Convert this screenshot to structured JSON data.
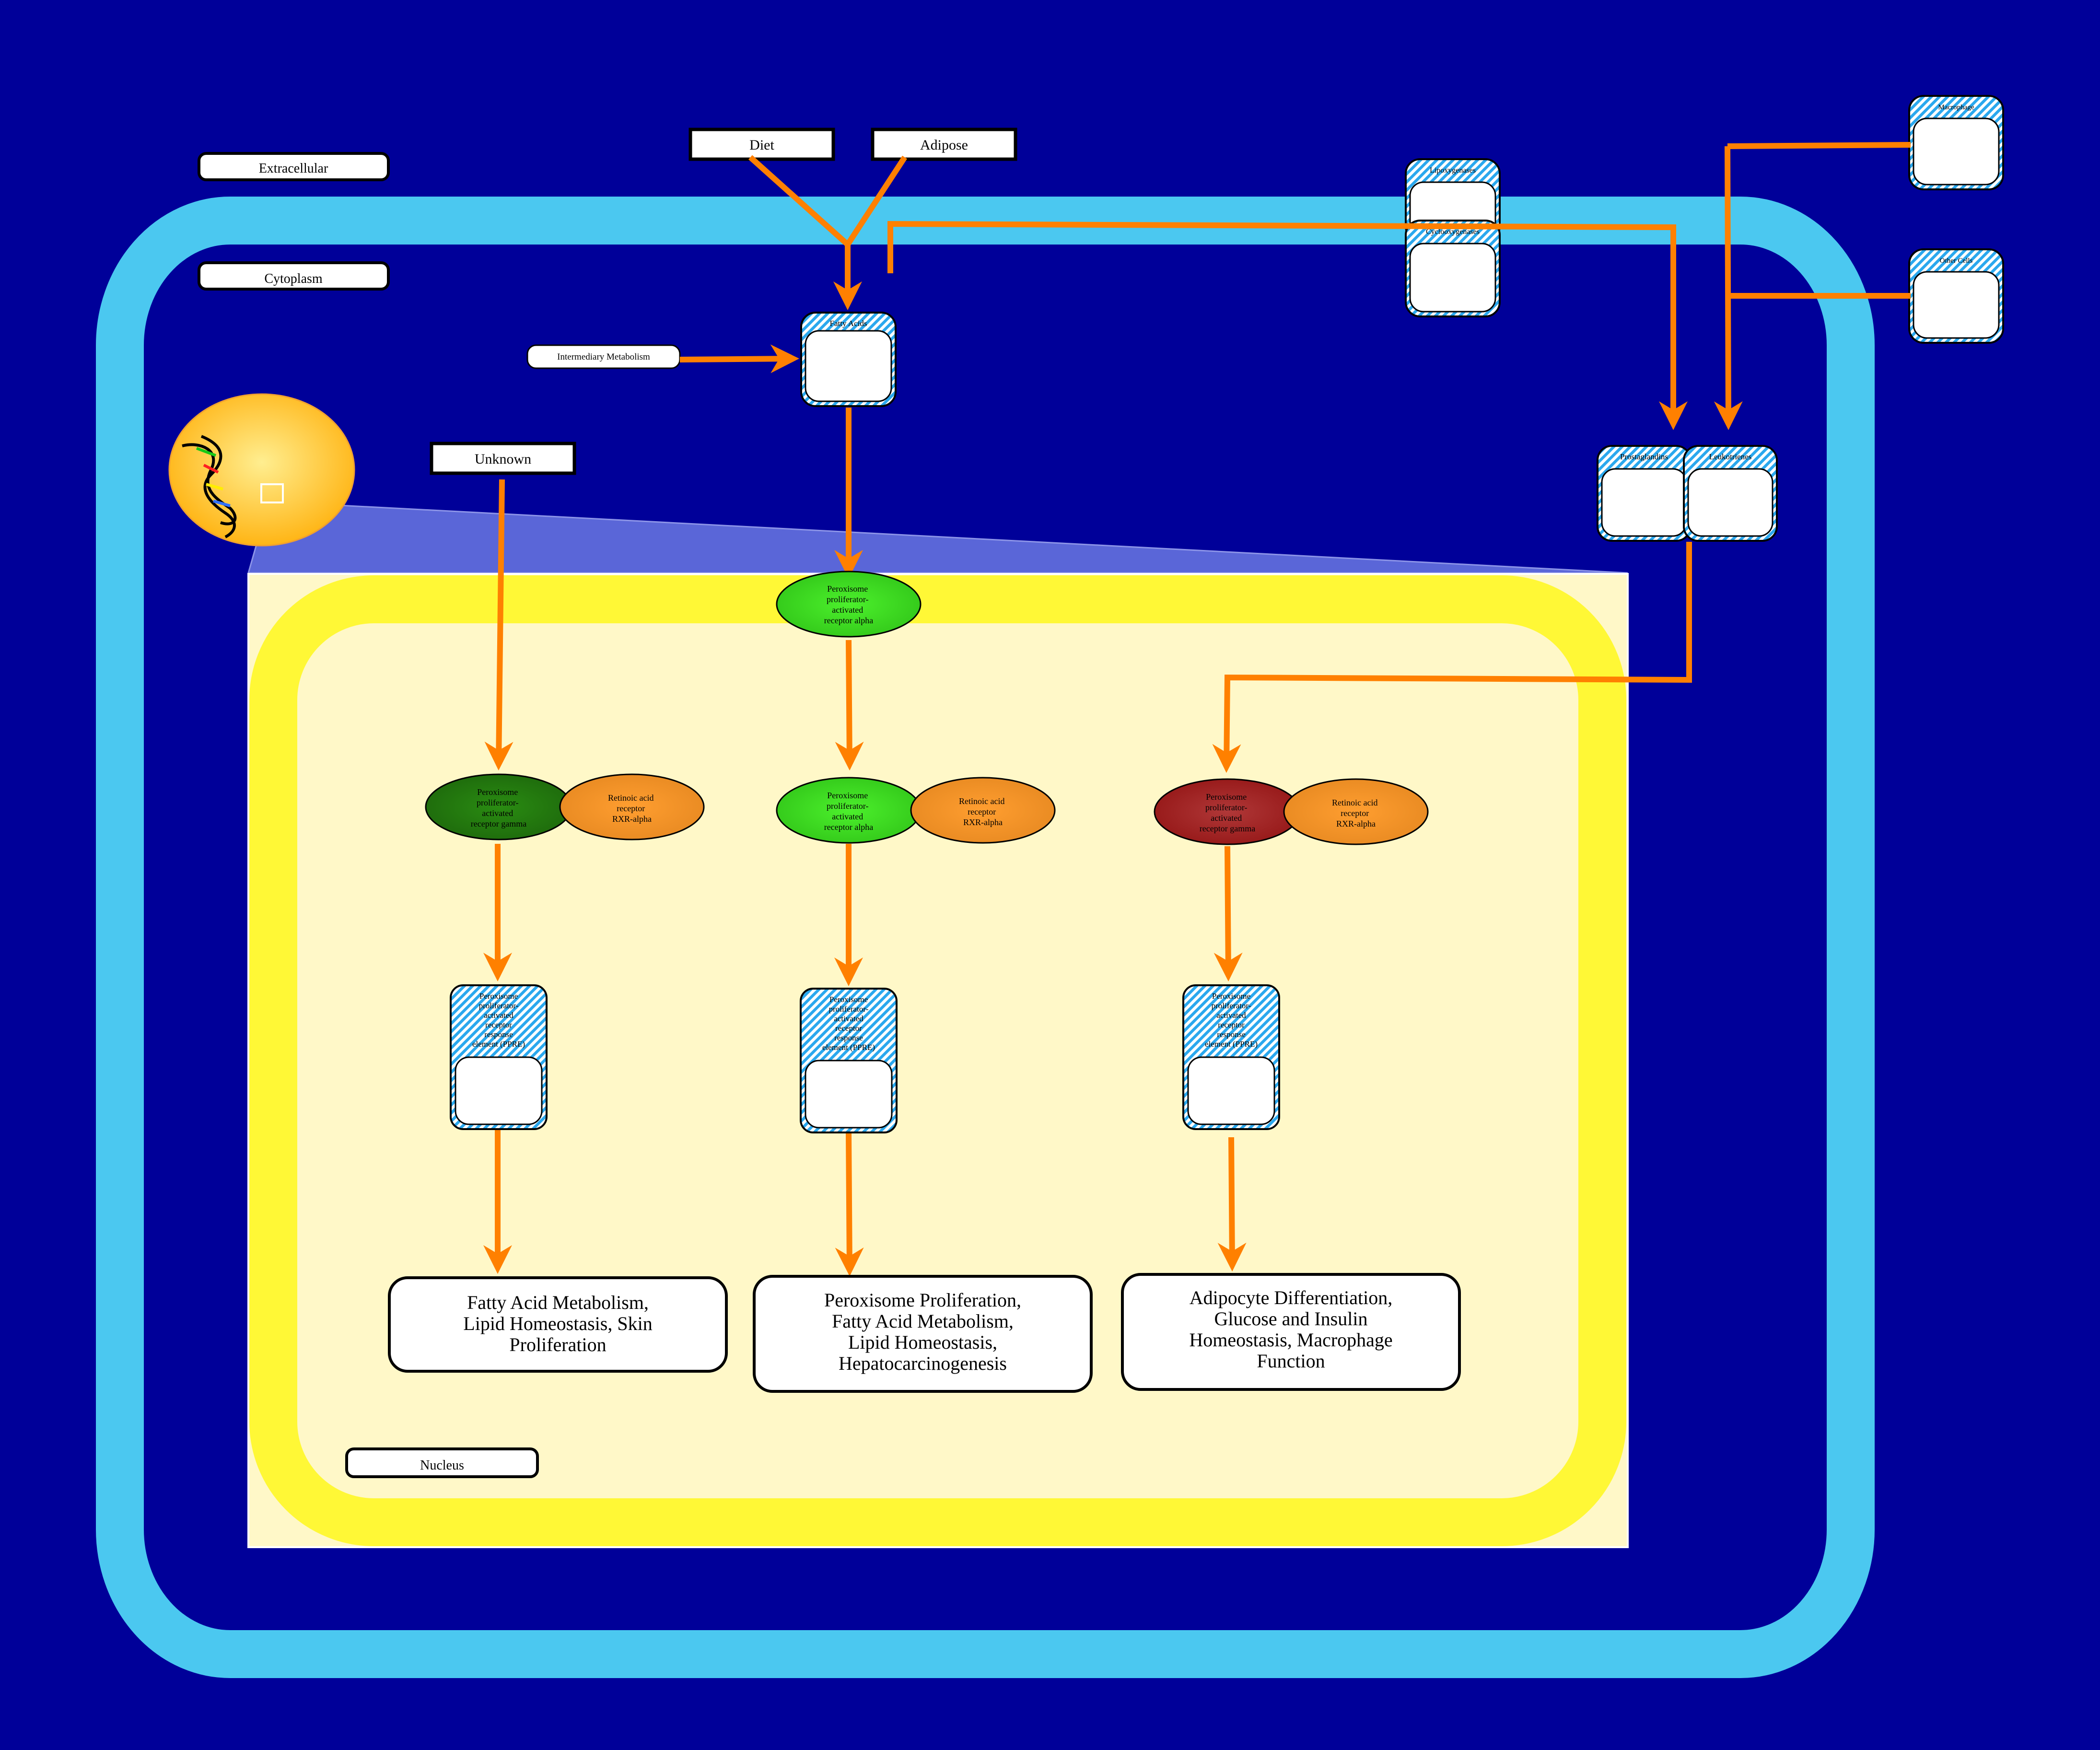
{
  "colors": {
    "background": "#000099",
    "membrane": "#4BC8F0",
    "nucleus_envelope": "#FFF836",
    "nucleus_interior": "#FFF8C8",
    "arrow": "#FF8000",
    "ppar_alpha": "#44EE22",
    "ppar_gamma_active": "#228811",
    "ppar_gamma_inactive": "#A82828",
    "rxr": "#F7982A",
    "hatch_blue": "#2AA8EE",
    "zoom_callout": "#5A66D8",
    "nucleus_cell": "#FFC027"
  },
  "compartments": {
    "extracellular": "Extracellular",
    "cytoplasm": "Cytoplasm",
    "nucleus": "Nucleus"
  },
  "sources": {
    "diet": "Diet",
    "adipose": "Adipose",
    "unknown": "Unknown",
    "intermediary_metabolism": "Intermediary Metabolism"
  },
  "groups": {
    "fatty_acids": "Fatty Acids",
    "lipoxygenases": "Lipoxygenases",
    "cyclooxygenases": "Cyclooxygenases",
    "macrophage": "Macrophage",
    "other_cells": "Other Cells",
    "prostaglandins": "Prostaglandins",
    "leukotrienes": "Leukotrienes"
  },
  "ppar_alpha_cytoplasm": [
    "Peroxisome",
    "proliferator-",
    "activated",
    "receptor alpha"
  ],
  "complexes": [
    {
      "ppar": [
        "Peroxisome",
        "proliferator-",
        "activated",
        "receptor gamma"
      ],
      "rxr": [
        "Retinoic acid",
        "receptor",
        "RXR-alpha"
      ]
    },
    {
      "ppar": [
        "Peroxisome",
        "proliferator-",
        "activated",
        "receptor alpha"
      ],
      "rxr": [
        "Retinoic acid",
        "receptor",
        "RXR-alpha"
      ]
    },
    {
      "ppar": [
        "Peroxisome",
        "proliferator-",
        "activated",
        "receptor gamma"
      ],
      "rxr": [
        "Retinoic acid",
        "receptor",
        "RXR-alpha"
      ]
    }
  ],
  "ppre": [
    "Peroxisome",
    "proliferator-",
    "activated",
    "receptor",
    "response",
    "element (PPRE)"
  ],
  "outcomes": [
    [
      "Fatty Acid Metabolism,",
      "Lipid Homeostasis, Skin",
      "Proliferation"
    ],
    [
      "Peroxisome Proliferation,",
      "Fatty Acid Metabolism,",
      "Lipid Homeostasis,",
      "Hepatocarcinogenesis"
    ],
    [
      "Adipocyte Differentiation,",
      "Glucose and Insulin",
      "Homeostasis, Macrophage",
      "Function"
    ]
  ]
}
